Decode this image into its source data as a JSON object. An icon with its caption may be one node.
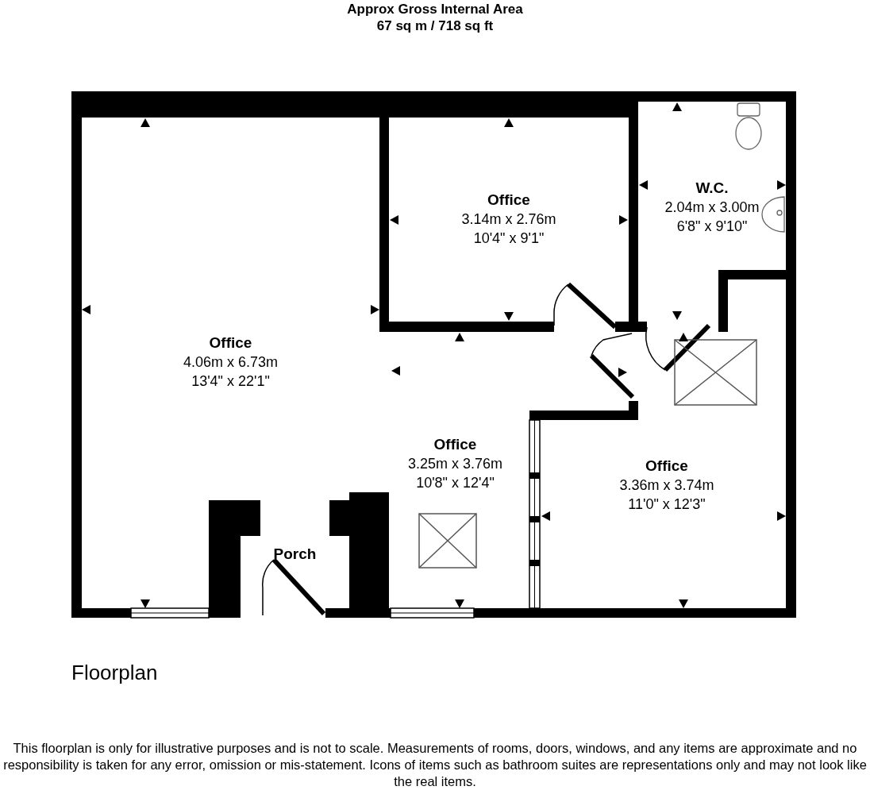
{
  "diagram": {
    "title": "Approx Gross Internal Area",
    "nodes": [
      {
        "text": [
          "Office",
          "4.06m x 6.73m",
          "13'4\" x 22'1\""
        ]
      },
      {
        "text": [
          "Office",
          "3.14m x 2.76m",
          "10'4\" x 9'1\""
        ]
      },
      {
        "text": [
          "W.C.",
          "2.04m x 3.00m",
          "6'8\" x 9'10\""
        ]
      },
      {
        "text": [
          "Office",
          "3.25m x 3.76m",
          "10'8\" x 12'4\""
        ]
      },
      {
        "text": [
          "Office",
          "3.36m x 3.74m",
          "11'0\" x 12'3\""
        ]
      },
      {
        "text": [
          "Porch"
        ]
      }
    ],
    "labels": [
      "67 sq m / 718 sq ft",
      "Floorplan",
      "This floorplan is only for illustrative purposes and is not to scale. Measurements of rooms, doors, windows, and any items are approximate and no responsibility is taken for any error, omission or mis-statement. Icons of items such as bathroom suites are representations only and may not look like the real items."
    ]
  }
}
